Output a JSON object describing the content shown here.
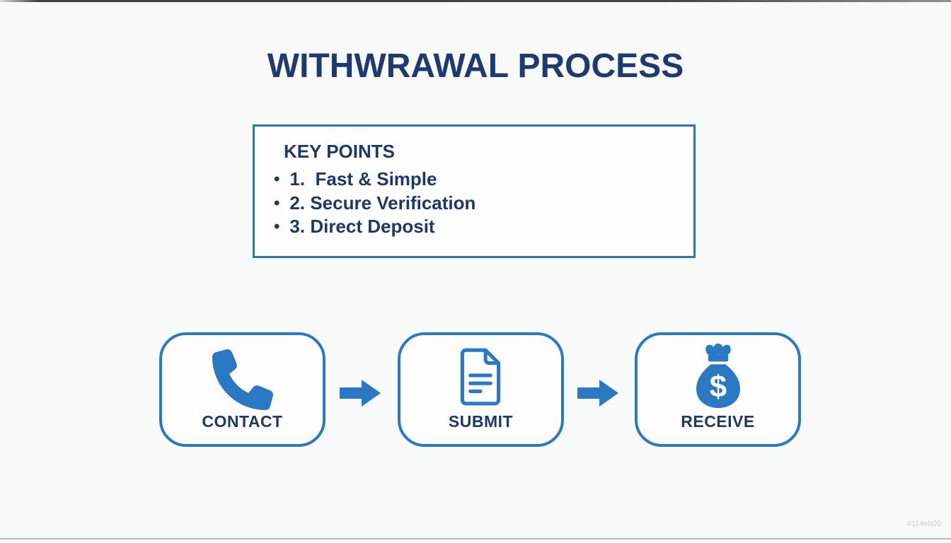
{
  "title": "WITHWRAWAL PROCESS",
  "key_points": {
    "heading": "KEY POINTS",
    "bullet_glyph": "•",
    "items": [
      "1.  Fast & Simple",
      "2. Secure Verification",
      "3. Direct Deposit"
    ]
  },
  "steps": [
    {
      "label": "CONTACT",
      "icon": "phone-icon"
    },
    {
      "label": "SUBMIT",
      "icon": "document-icon"
    },
    {
      "label": "RECEIVE",
      "icon": "money-bag-icon"
    }
  ],
  "watermark": "#114eb00",
  "colors": {
    "accent_blue": "#2b79c2",
    "keypoints_border": "#2e75b6",
    "title_navy": "#1e3a70",
    "body_navy": "#1f3864",
    "watermark_gray": "#c9ced3",
    "background": "#f8faf9"
  }
}
